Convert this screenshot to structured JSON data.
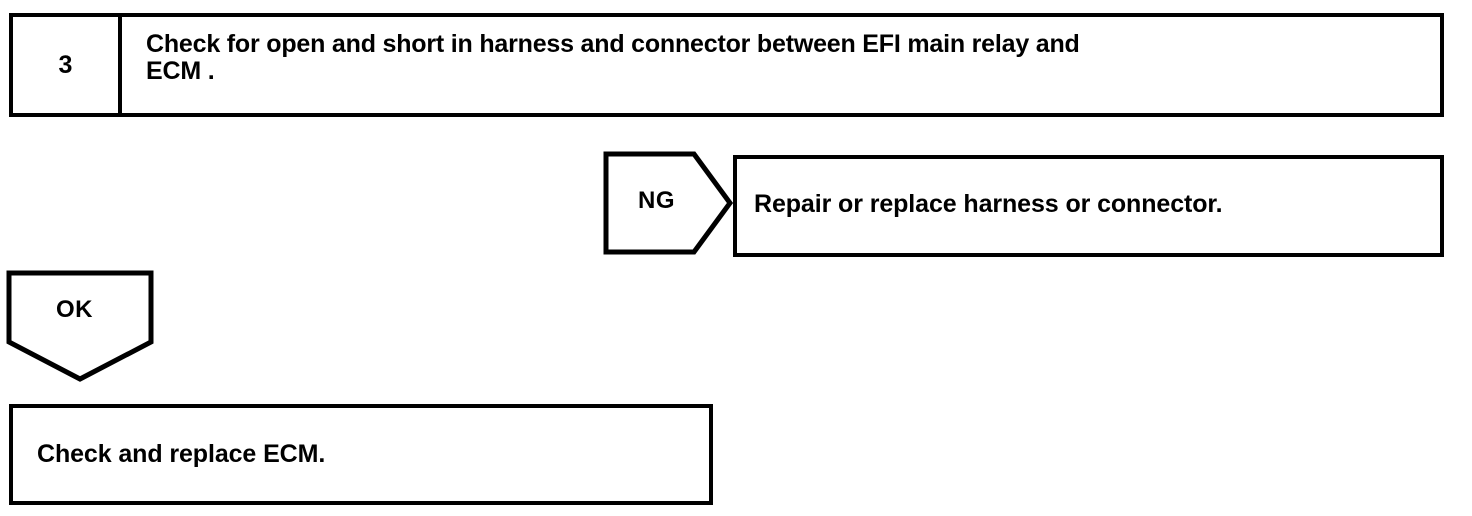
{
  "document": {
    "type": "automotive-troubleshooting-flowchart",
    "stroke_color": "#000000",
    "background_color": "#ffffff"
  },
  "step": {
    "number": "3",
    "description": "Check for open and short in harness and connector between EFI main relay and\nECM ."
  },
  "branches": {
    "ng": {
      "label": "NG",
      "result": "Repair or replace harness or connector."
    },
    "ok": {
      "label": "OK",
      "result": "Check and replace ECM."
    }
  }
}
